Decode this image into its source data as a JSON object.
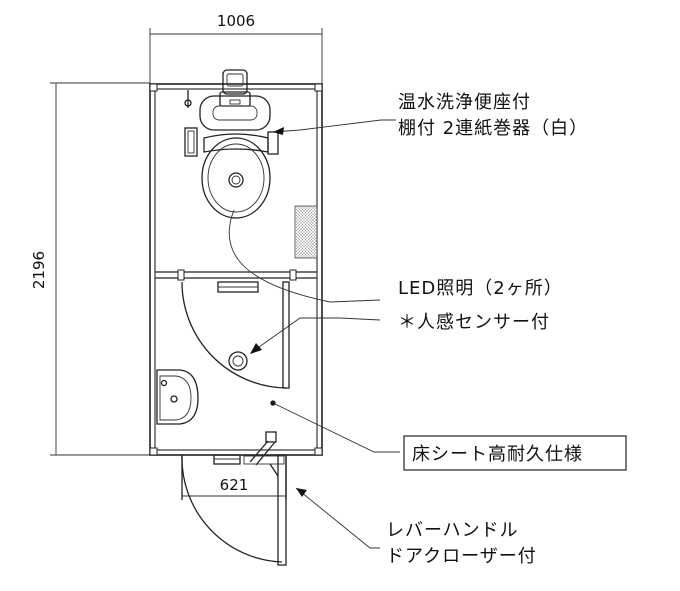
{
  "dimensions": {
    "width": "1006",
    "height": "2196",
    "door_opening": "621"
  },
  "labels": {
    "seat": "温水洗浄便座付",
    "paper_holder": "棚付 2連紙巻器（白）",
    "led": "LED照明（2ヶ所）",
    "sensor": "＊人感センサー付",
    "floor": "床シート高耐久仕様",
    "lever": "レバーハンドル",
    "closer": "ドアクローザー付"
  }
}
